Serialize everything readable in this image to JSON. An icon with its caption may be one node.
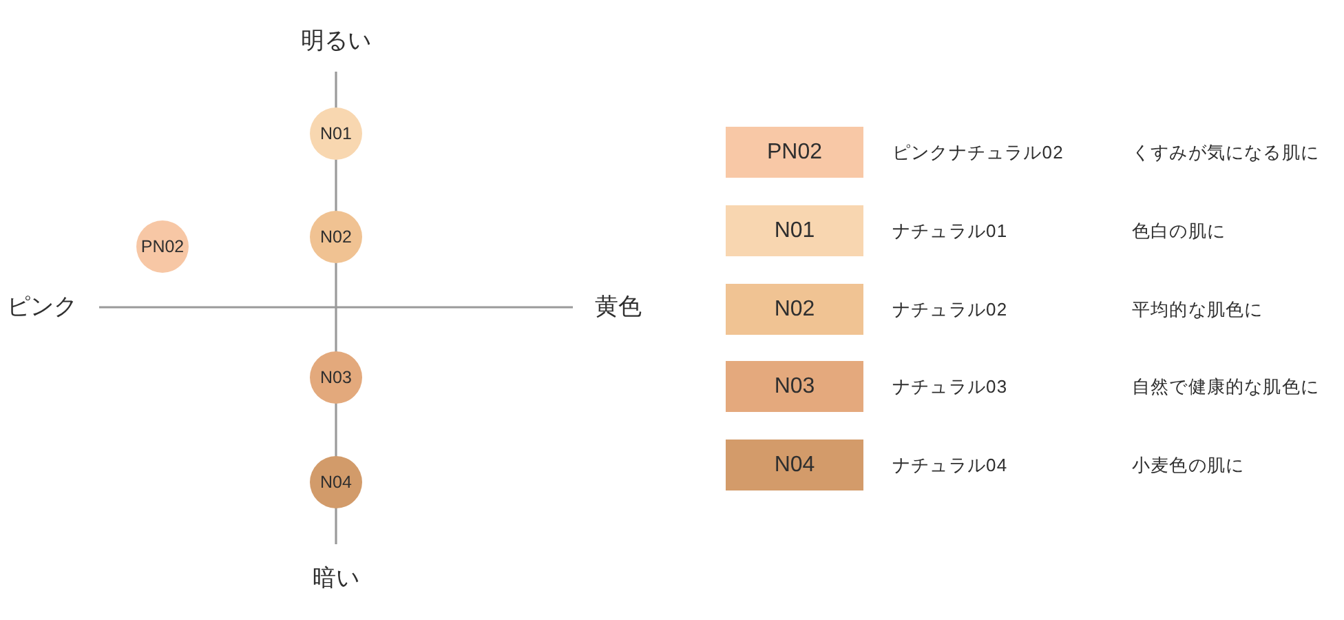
{
  "diagram": {
    "nodes": [
      {
        "text": [
          "N01"
        ]
      },
      {
        "text": [
          "PN02"
        ]
      },
      {
        "text": [
          "N02"
        ]
      },
      {
        "text": [
          "N03"
        ]
      },
      {
        "text": [
          "N04"
        ]
      },
      {
        "text": [
          "PN02"
        ]
      },
      {
        "text": [
          "N01"
        ]
      },
      {
        "text": [
          "N02"
        ]
      },
      {
        "text": [
          "N03"
        ]
      },
      {
        "text": [
          "N04"
        ]
      }
    ],
    "labels": [
      "明るい",
      "ピンク",
      "黄色",
      "暗い",
      "ピンクナチュラル02",
      "くすみが気になる肌に",
      "ナチュラル01",
      "色白の肌に",
      "ナチュラル02",
      "平均的な肌色に",
      "ナチュラル03",
      "自然で健康的な肌色に",
      "ナチュラル04",
      "小麦色の肌に"
    ]
  }
}
